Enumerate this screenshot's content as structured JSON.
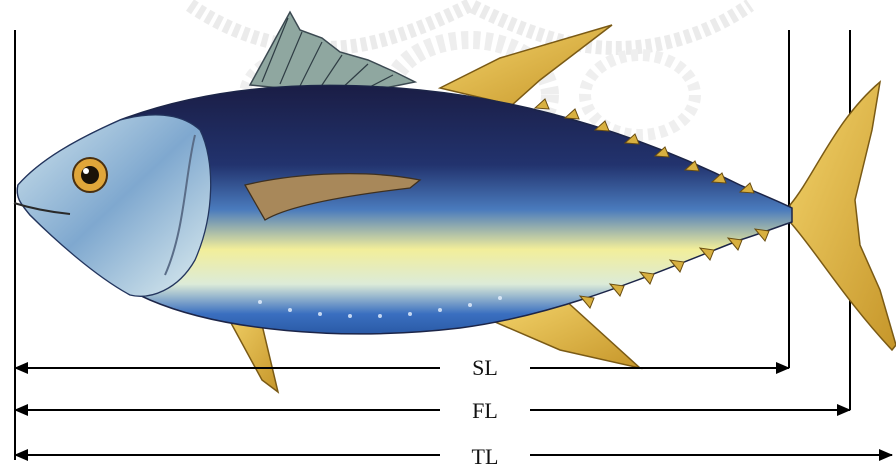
{
  "measurements": [
    {
      "label": "SL"
    },
    {
      "label": "FL"
    },
    {
      "label": "TL"
    }
  ],
  "colors": {
    "line": "#000000",
    "back": "#1b1f4a",
    "flank": "#3f74b8",
    "belly": "#f2ee9a",
    "fin_yellow": "#e2b637",
    "watermark": "#cfcfcf"
  }
}
